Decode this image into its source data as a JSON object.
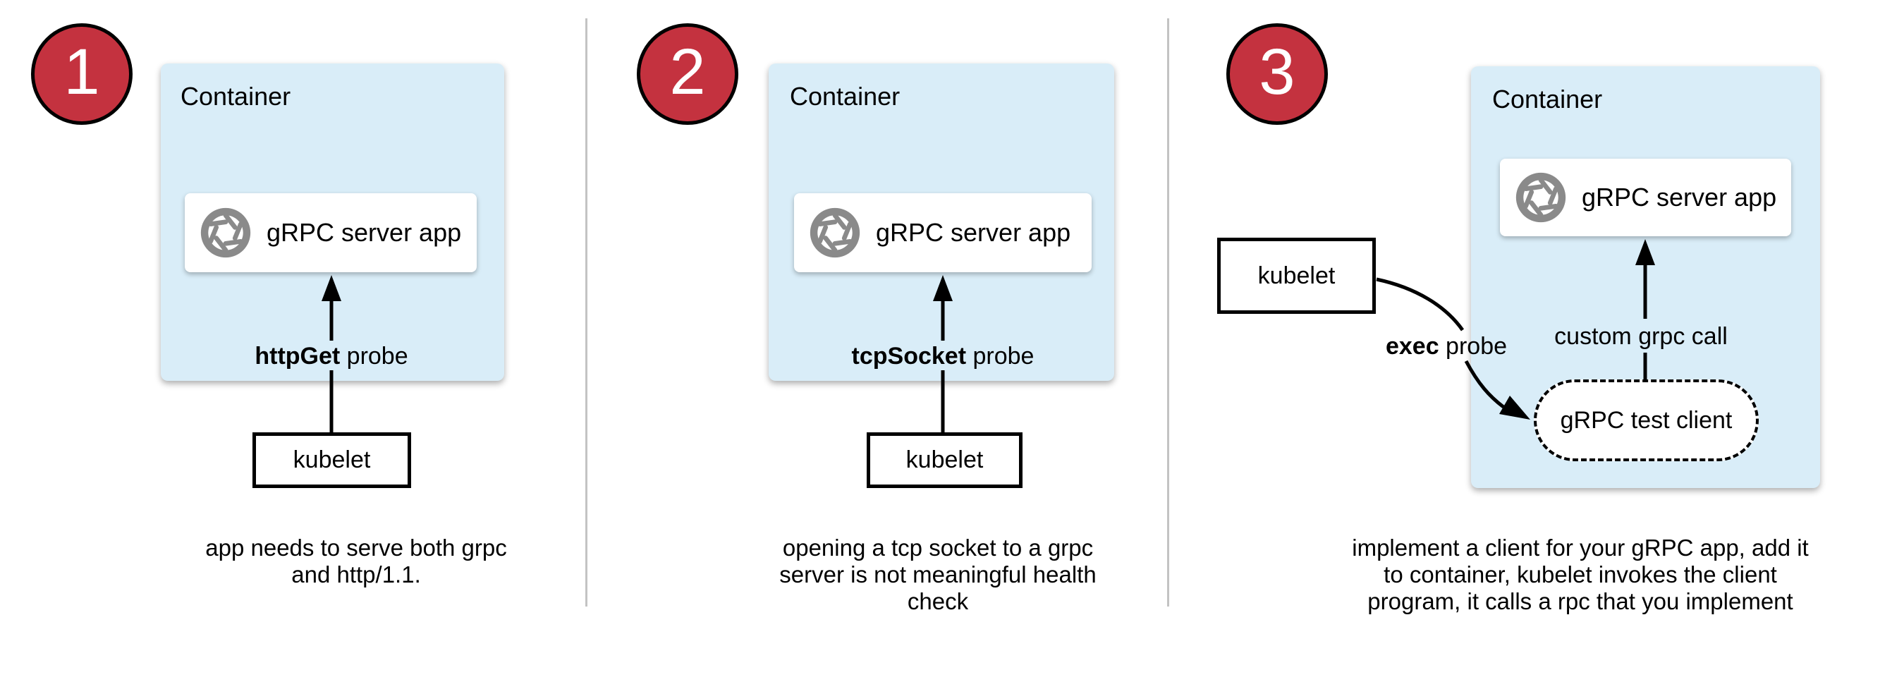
{
  "colors": {
    "panel_fill": "#d9edf8",
    "badge_fill": "#c4323f",
    "badge_text": "#ffffff",
    "icon_gray": "#8a8a8a",
    "divider_gray": "#c3c3c3",
    "line_black": "#000000"
  },
  "panels": [
    {
      "badge": "1",
      "container_label": "Container",
      "app_label": "gRPC server app",
      "probe_bold": "httpGet",
      "probe_rest": " probe",
      "kubelet_label": "kubelet",
      "caption_lines": [
        "app needs to serve both grpc",
        "and http/1.1."
      ]
    },
    {
      "badge": "2",
      "container_label": "Container",
      "app_label": "gRPC server app",
      "probe_bold": "tcpSocket",
      "probe_rest": " probe",
      "kubelet_label": "kubelet",
      "caption_lines": [
        "opening a tcp socket to a grpc",
        "server is not meaningful health",
        "check"
      ]
    },
    {
      "badge": "3",
      "container_label": "Container",
      "app_label": "gRPC server app",
      "probe_bold": "exec",
      "probe_rest": " probe",
      "kubelet_label": "kubelet",
      "grpc_call_label": "custom grpc call",
      "test_client_label": "gRPC test client",
      "caption_lines": [
        "implement a client for your gRPC app, add it",
        "to container, kubelet invokes the client",
        "program, it calls a rpc that you implement"
      ]
    }
  ]
}
